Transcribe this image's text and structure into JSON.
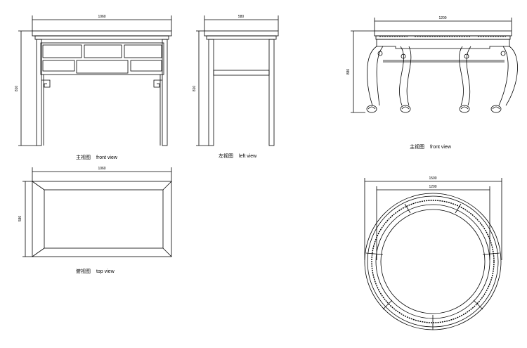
{
  "views": {
    "front1": {
      "caption_cn": "主视图",
      "caption_en": "front view",
      "width_dim": "1060",
      "height_dim": "810"
    },
    "left": {
      "caption_cn": "左视图",
      "caption_en": "left view",
      "width_dim": "580",
      "height_dim": "810"
    },
    "top": {
      "caption_cn": "俯视图",
      "caption_en": "top view",
      "width_dim": "1060",
      "height_dim": "580"
    },
    "front2": {
      "caption_cn": "主视图",
      "caption_en": "front view",
      "width_dim": "1200",
      "height_dim": "880"
    },
    "round": {
      "outer_dim": "1500",
      "inner_dim": "1200"
    }
  },
  "colors": {
    "line": "#000000",
    "background": "#ffffff"
  }
}
